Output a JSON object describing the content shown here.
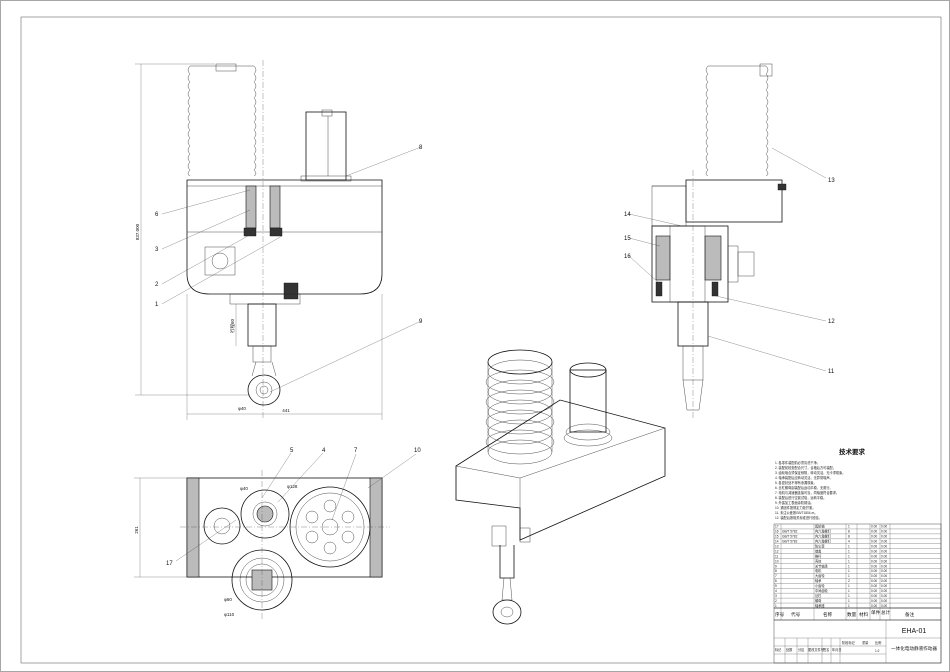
{
  "callouts": {
    "front": [
      "6",
      "3",
      "2",
      "1",
      "8",
      "9"
    ],
    "side": [
      "14",
      "15",
      "16",
      "13",
      "12",
      "11"
    ],
    "plan": [
      "5",
      "4",
      "7",
      "10",
      "17"
    ]
  },
  "dimensions": {
    "front_height": "837.000",
    "front_width": "441",
    "front_stroke": "行程60",
    "front_phi": "φ40",
    "plan_height": "261",
    "plan_phi_a": "φ40",
    "plan_phi_b": "φ128",
    "plan_phi_c": "φ60",
    "plan_phi_d": "φ110"
  },
  "notes": {
    "title": "技术要求",
    "lines": [
      "1. 各零件装配前必须清洗干净。",
      "2. 装配前检查配合尺寸，合格后方可装配。",
      "3. 齿轮啮合须保证侧隙，转动灵活，无卡滞现象。",
      "4. 轴承装配后应转动灵活，无异常噪声。",
      "5. 各密封处不得有渗漏现象。",
      "6. 丝杠螺母副装配后运动平稳，无爬行。",
      "7. 电机与减速器连接可靠，同轴度符合要求。",
      "8. 装配后进行空载试验，运转平稳。",
      "9. 外露加工表面涂防锈油。",
      "10. 紧固件按规定力矩拧紧。",
      "11. 未注公差按GB/T1804-m。",
      "12. 装配后按相关标准进行检验。"
    ]
  },
  "bom": {
    "rows": [
      {
        "no": "17",
        "code": "",
        "name": "齿轮轴",
        "qty": "1",
        "mat": "",
        "w": "0.00",
        "t": "0.00"
      },
      {
        "no": "16",
        "code": "GB/T 5782",
        "name": "内六角螺钉",
        "qty": "8",
        "mat": "",
        "w": "0.00",
        "t": "0.00"
      },
      {
        "no": "15",
        "code": "GB/T 5782",
        "name": "内六角螺钉",
        "qty": "8",
        "mat": "",
        "w": "0.00",
        "t": "0.00"
      },
      {
        "no": "14",
        "code": "GB/T 5782",
        "name": "内六角螺钉",
        "qty": "4",
        "mat": "",
        "w": "0.00",
        "t": "0.00"
      },
      {
        "no": "13",
        "code": "",
        "name": "防尘罩",
        "qty": "1",
        "mat": "",
        "w": "0.00",
        "t": "0.00"
      },
      {
        "no": "12",
        "code": "",
        "name": "端盖",
        "qty": "1",
        "mat": "",
        "w": "0.00",
        "t": "0.00"
      },
      {
        "no": "11",
        "code": "",
        "name": "推杆",
        "qty": "1",
        "mat": "",
        "w": "0.00",
        "t": "0.00"
      },
      {
        "no": "10",
        "code": "",
        "name": "壳体",
        "qty": "1",
        "mat": "",
        "w": "0.00",
        "t": "0.00"
      },
      {
        "no": "9",
        "code": "",
        "name": "关节轴承",
        "qty": "1",
        "mat": "",
        "w": "0.00",
        "t": "0.00"
      },
      {
        "no": "8",
        "code": "",
        "name": "电机",
        "qty": "1",
        "mat": "",
        "w": "0.00",
        "t": "0.00"
      },
      {
        "no": "7",
        "code": "",
        "name": "大齿轮",
        "qty": "1",
        "mat": "",
        "w": "0.00",
        "t": "0.00"
      },
      {
        "no": "6",
        "code": "",
        "name": "轴承",
        "qty": "2",
        "mat": "",
        "w": "0.00",
        "t": "0.00"
      },
      {
        "no": "5",
        "code": "",
        "name": "小齿轮",
        "qty": "1",
        "mat": "",
        "w": "0.00",
        "t": "0.00"
      },
      {
        "no": "4",
        "code": "",
        "name": "中间齿轮",
        "qty": "1",
        "mat": "",
        "w": "0.00",
        "t": "0.00"
      },
      {
        "no": "3",
        "code": "",
        "name": "丝杠",
        "qty": "1",
        "mat": "",
        "w": "0.00",
        "t": "0.00"
      },
      {
        "no": "2",
        "code": "",
        "name": "螺母",
        "qty": "1",
        "mat": "",
        "w": "0.00",
        "t": "0.00"
      },
      {
        "no": "1",
        "code": "",
        "name": "轴承座",
        "qty": "1",
        "mat": "",
        "w": "0.00",
        "t": "0.00"
      }
    ],
    "header": {
      "no": "序号",
      "code": "代号",
      "name": "名称",
      "qty": "数量",
      "mat": "材料",
      "w": "单件",
      "t": "总计",
      "note": "备注"
    }
  },
  "title_block": {
    "drawing_no": "EHA-01",
    "title": "一体化电动静液作动器",
    "labels": [
      "标记",
      "处数",
      "分区",
      "更改文件号",
      "签名",
      "年月日"
    ],
    "stage": "阶段标记",
    "weight": "重量",
    "scale": "比例",
    "scale_value": "1:2"
  }
}
